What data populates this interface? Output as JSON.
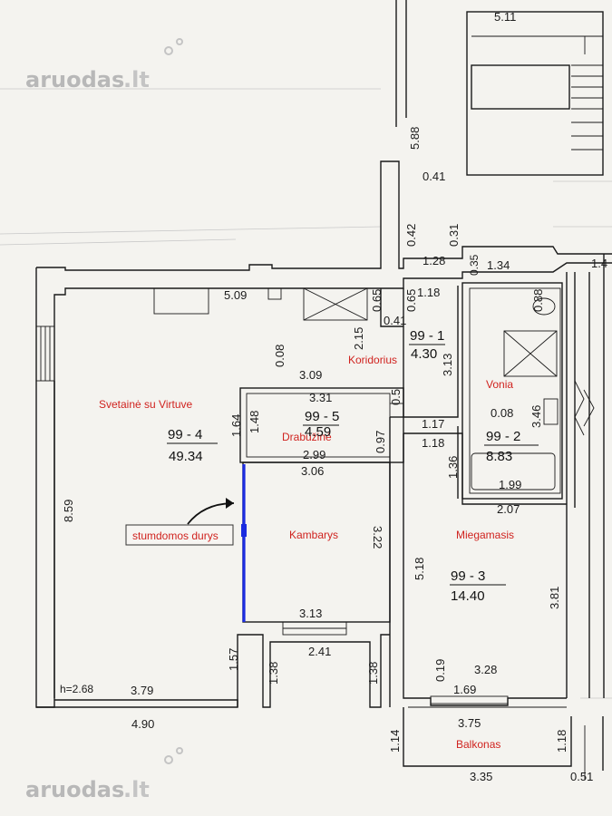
{
  "watermark": {
    "text": "aruodas",
    "suffix": ".lt"
  },
  "rooms": {
    "living": {
      "name": "Svetainė su Virtuve",
      "number": "99 - 4",
      "area": "49.34"
    },
    "wardrobe": {
      "name": "Drabužinė",
      "number": "99 - 5",
      "area": "4.59"
    },
    "corridor": {
      "name": "Koridorius",
      "number": "99 - 1",
      "area": "4.30"
    },
    "bathroom": {
      "name": "Vonia",
      "number": "99 - 2",
      "area": "8.83"
    },
    "room": {
      "name": "Kambarys"
    },
    "bedroom": {
      "name": "Miegamasis",
      "number": "99 - 3",
      "area": "14.40"
    },
    "balcony": {
      "name": "Balkonas"
    }
  },
  "annotation": {
    "label": "stumdomos durys",
    "color": "#d0231f",
    "door_color": "#1a2be0"
  },
  "dimensions": {
    "d5_11": "5.11",
    "d5_88": "5.88",
    "d0_41a": "0.41",
    "d0_42": "0.42",
    "d0_31": "0.31",
    "d1_28": "1.28",
    "d1_34": "1.34",
    "d1_4": "1.4",
    "d0_35": "0.35",
    "d5_09": "5.09",
    "d0_65a": "0.65",
    "d0_65b": "0.65",
    "d1_18a": "1.18",
    "d0_88": "0.88",
    "d2_15": "2.15",
    "d0_41b": "0.41",
    "d0_08a": "0.08",
    "d3_13a": "3.13",
    "d3_09": "3.09",
    "d3_31": "3.31",
    "d0_5": "0.5",
    "d1_64": "1.64",
    "d1_48": "1.48",
    "d0_97": "0.97",
    "d2_99": "2.99",
    "d1_17": "1.17",
    "d0_08b": "0.08",
    "d3_46": "3.46",
    "d1_18b": "1.18",
    "d3_06": "3.06",
    "d1_36": "1.36",
    "d1_99": "1.99",
    "d2_07": "2.07",
    "d8_59": "8.59",
    "d3_22": "3.22",
    "d5_18": "5.18",
    "d3_81": "3.81",
    "d3_13b": "3.13",
    "d2_41": "2.41",
    "d1_57": "1.57",
    "d1_38a": "1.38",
    "d1_38b": "1.38",
    "d0_19": "0.19",
    "d3_28": "3.28",
    "h": "h=2.68",
    "d3_79": "3.79",
    "d1_69": "1.69",
    "d4_90": "4.90",
    "d1_14": "1.14",
    "d3_75": "3.75",
    "d1_18c": "1.18",
    "d3_35": "3.35",
    "d0_51": "0.51"
  }
}
